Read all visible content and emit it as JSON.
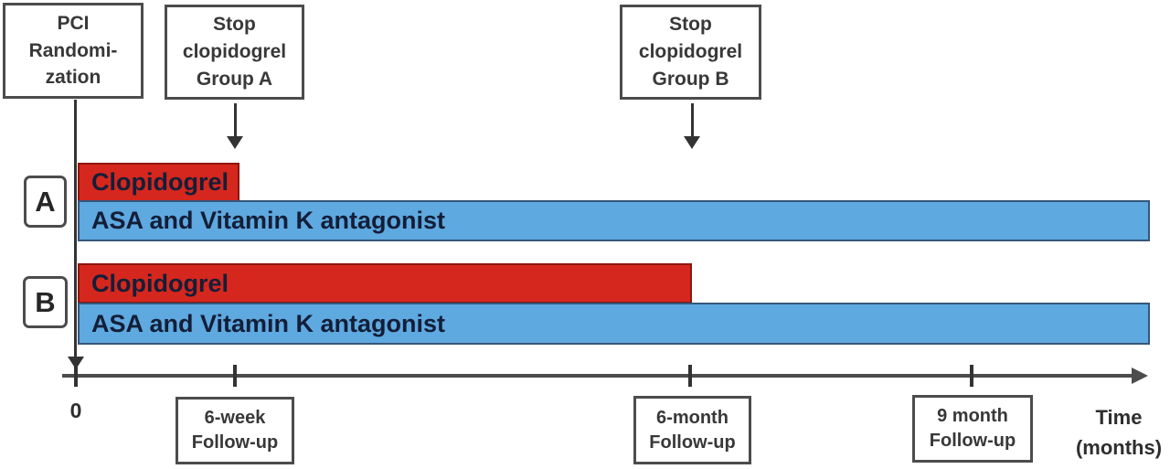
{
  "colors": {
    "clopidogrel_red": "#d5271d",
    "asa_vka_blue": "#5ea9e0",
    "outline_dark": "#4c4c4c"
  },
  "diagram": {
    "pci_box": {
      "line1": "PCI",
      "line2": "Randomi-",
      "line3": "zation"
    },
    "stop_a_box": {
      "line1": "Stop",
      "line2": "clopidogrel",
      "line3": "Group A"
    },
    "stop_b_box": {
      "line1": "Stop",
      "line2": "clopidogrel",
      "line3": "Group B"
    },
    "groups": [
      {
        "label": "A",
        "clopidogrel": "Clopidogrel",
        "asa_vka": "ASA and Vitamin K antagonist",
        "clopidogrel_stop": "6-week"
      },
      {
        "label": "B",
        "clopidogrel": "Clopidogrel",
        "asa_vka": "ASA and Vitamin K antagonist",
        "clopidogrel_stop": "6-month"
      }
    ],
    "axis": {
      "zero_label": "0",
      "tick_labels": [
        "0",
        "6-week",
        "6-month",
        "9 month"
      ],
      "followups": [
        {
          "line1": "6-week",
          "line2": "Follow-up"
        },
        {
          "line1": "6-month",
          "line2": "Follow-up"
        },
        {
          "line1": "9 month",
          "line2": "Follow-up"
        }
      ],
      "time_label": {
        "line1": "Time",
        "line2": "(months)"
      }
    }
  }
}
